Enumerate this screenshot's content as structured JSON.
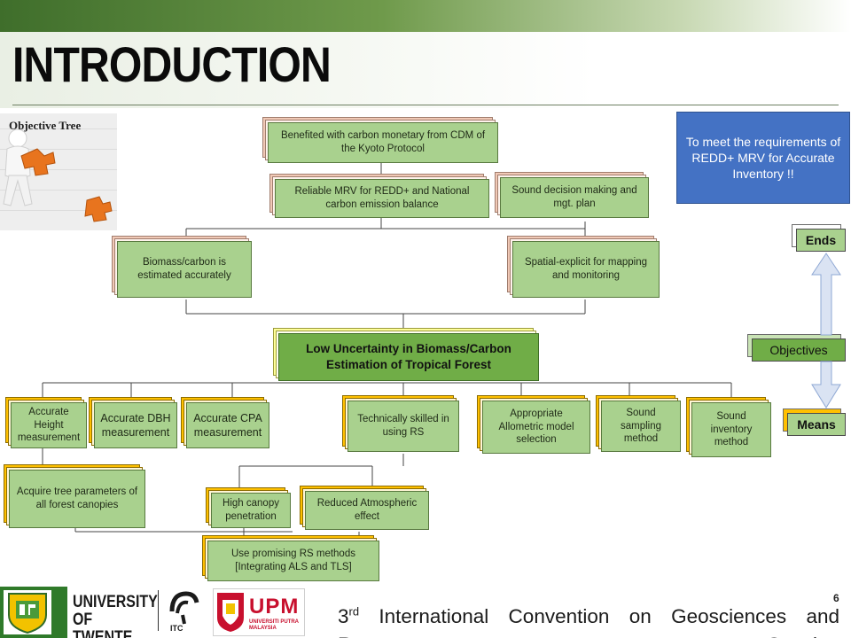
{
  "slide": {
    "title": "INTRODUCTION",
    "page_number": "6"
  },
  "thumbnail": {
    "label": "Objective Tree"
  },
  "tree": {
    "top": "Benefited with carbon monetary from CDM of the Kyoto Protocol",
    "reliable_mrv": "Reliable MRV for REDD+ and National carbon emission balance",
    "sound_decision": "Sound decision making and mgt. plan",
    "biomass_estimated": "Biomass/carbon is estimated accurately",
    "spatial_explicit": "Spatial-explicit for mapping and monitoring",
    "central": "Low Uncertainty in Biomass/Carbon Estimation of Tropical Forest",
    "accurate_height": "Accurate Height measurement",
    "accurate_dbh": "Accurate DBH measurement",
    "accurate_cpa": "Accurate CPA measurement",
    "skilled_rs": "Technically skilled in using RS",
    "allometric": "Appropriate Allometric model selection",
    "sampling": "Sound sampling method",
    "inventory": "Sound inventory method",
    "acquire_params": "Acquire tree parameters of all forest canopies",
    "high_canopy": "High canopy penetration",
    "reduced_atmospheric": "Reduced Atmospheric effect",
    "promising_rs": "Use promising RS methods [Integrating ALS and TLS]"
  },
  "note": "To meet the requirements of REDD+ MRV for Accurate Inventory !!",
  "legend": {
    "ends": "Ends",
    "objectives": "Objectives",
    "means": "Means"
  },
  "logos": {
    "university_twente": "UNIVERSITY OF TWENTE.",
    "itc": "ITC",
    "upm": "UPM",
    "upm_full": "UNIVERSITI PUTRA MALAYSIA"
  },
  "footer": {
    "ordinal": "3",
    "ordinal_suffix": "rd",
    "text": " International Convention on Geosciences and Remote Sensing"
  },
  "colors": {
    "ends_node": "#a9d18e",
    "means_back": "#ffc000",
    "central_node": "#70ad47",
    "note_bg": "#4472c4",
    "arrow": "#dae3f3"
  }
}
